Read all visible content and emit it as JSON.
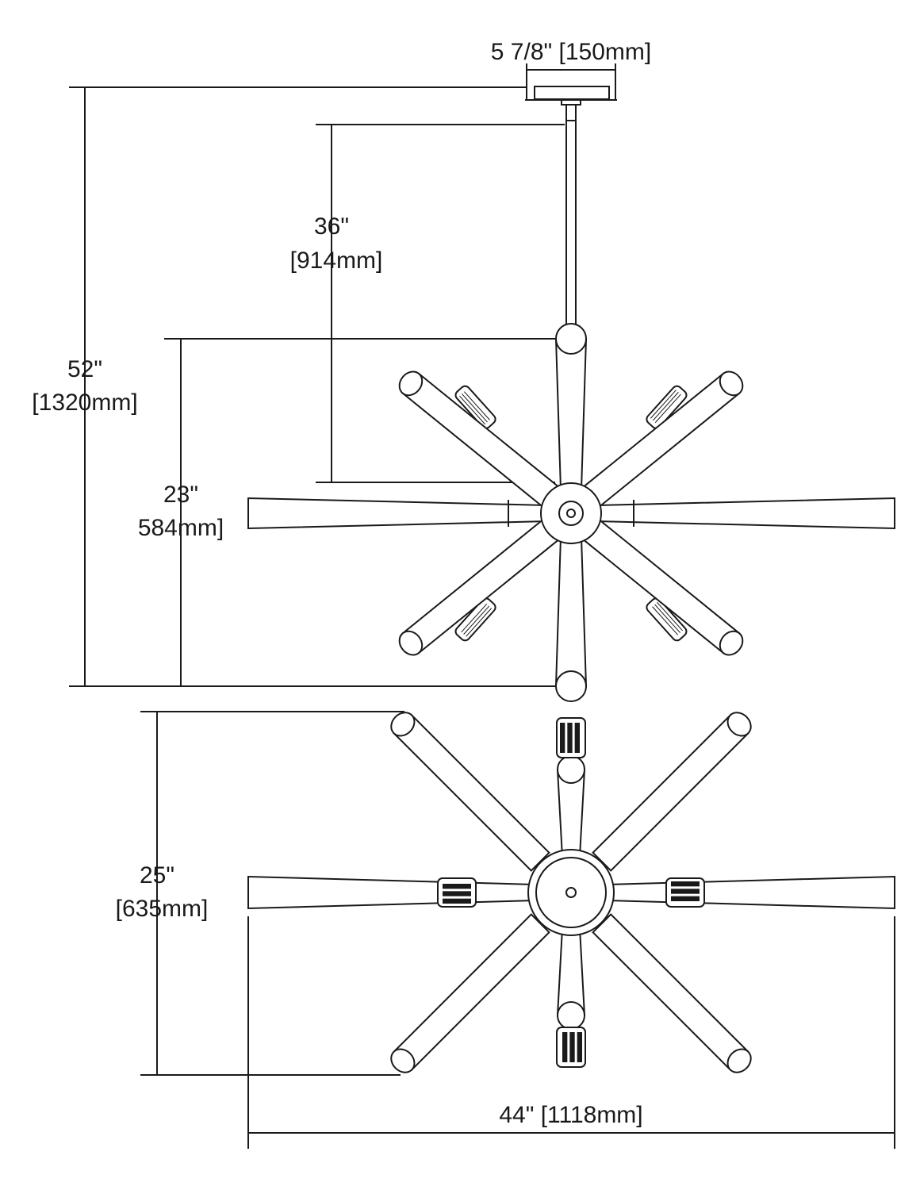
{
  "dimensions": {
    "canopy_width": "5 7/8\" [150mm]",
    "overall_height_in": "52\"",
    "overall_height_mm": "[1320mm]",
    "rod_length_in": "36\"",
    "rod_length_mm": "[914mm]",
    "fixture_height_in": "23\"",
    "fixture_height_mm": "584mm]",
    "plan_depth_in": "25\"",
    "plan_depth_mm": "[635mm]",
    "overall_width": "44\" [1118mm]"
  },
  "colors": {
    "line": "#1a1a1a",
    "background": "#ffffff"
  }
}
